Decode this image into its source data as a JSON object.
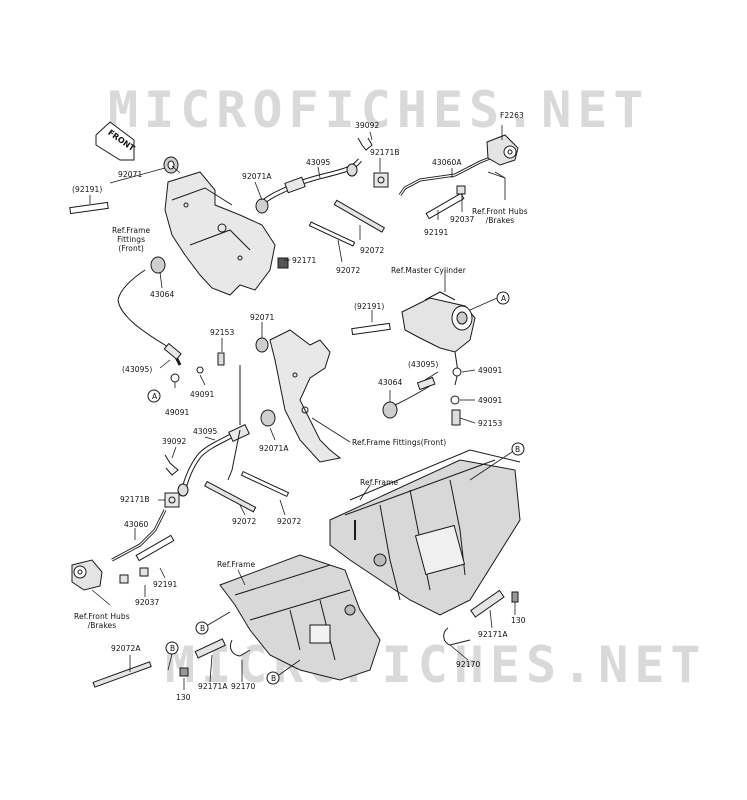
{
  "watermark": "MICROFICHES.NET",
  "diagram_code": "F2263",
  "front_label": "FRONT",
  "labels": {
    "p39092_top": "39092",
    "p92171b_top": "92171B",
    "p43095_top": "43095",
    "p43060a": "43060A",
    "p92071_top": "92071",
    "p92071a_top": "92071A",
    "p92191_left": "(92191)",
    "ref_frame_fittings_front_left": "Ref.Frame\nFittings\n(Front)",
    "p92037_top": "92037",
    "p92191_top": "92191",
    "ref_front_hubs_top": "Ref.Front Hubs\n/Brakes",
    "p92072_a": "92072",
    "p92072_b": "92072",
    "p92171": "92171",
    "p43064_left": "43064",
    "ref_master_cylinder": "Ref.Master Cylinder",
    "p92191_mid": "(92191)",
    "p92153_left": "92153",
    "p92071_mid": "92071",
    "p43095_paren_left": "(43095)",
    "circle_a_left": "A",
    "p49091_left_a": "49091",
    "p49091_left_b": "49091",
    "circle_a_right": "A",
    "p43095_paren_right": "(43095)",
    "p49091_right_a": "49091",
    "p43064_right": "43064",
    "p49091_right_b": "49091",
    "p92153_right": "92153",
    "p39092_mid": "39092",
    "p43095_mid": "43095",
    "p92071a_mid": "92071A",
    "ref_frame_fittings_front_right": "Ref.Frame Fittings(Front)",
    "circle_b_right": "B",
    "ref_frame_right": "Ref.Frame",
    "p92171b_mid": "92171B",
    "p92072_c": "92072",
    "p92072_d": "92072",
    "p43060": "43060",
    "p92191_bottom": "92191",
    "p92037_bottom": "92037",
    "ref_front_hubs_bottom": "Ref.Front Hubs\n/Brakes",
    "ref_frame_bottom": "Ref.Frame",
    "circle_b_mid": "B",
    "p92072a": "92072A",
    "circle_b_left": "B",
    "p130_left": "130",
    "p92171a_left": "92171A",
    "p92170_left": "92170",
    "circle_b_bottom": "B",
    "p92171a_right": "92171A",
    "p130_right": "130",
    "p92170_right": "92170"
  },
  "colors": {
    "line": "#1a1a1a",
    "fill_gray": "#e4e4e4",
    "watermark": "#d9d9d9"
  }
}
